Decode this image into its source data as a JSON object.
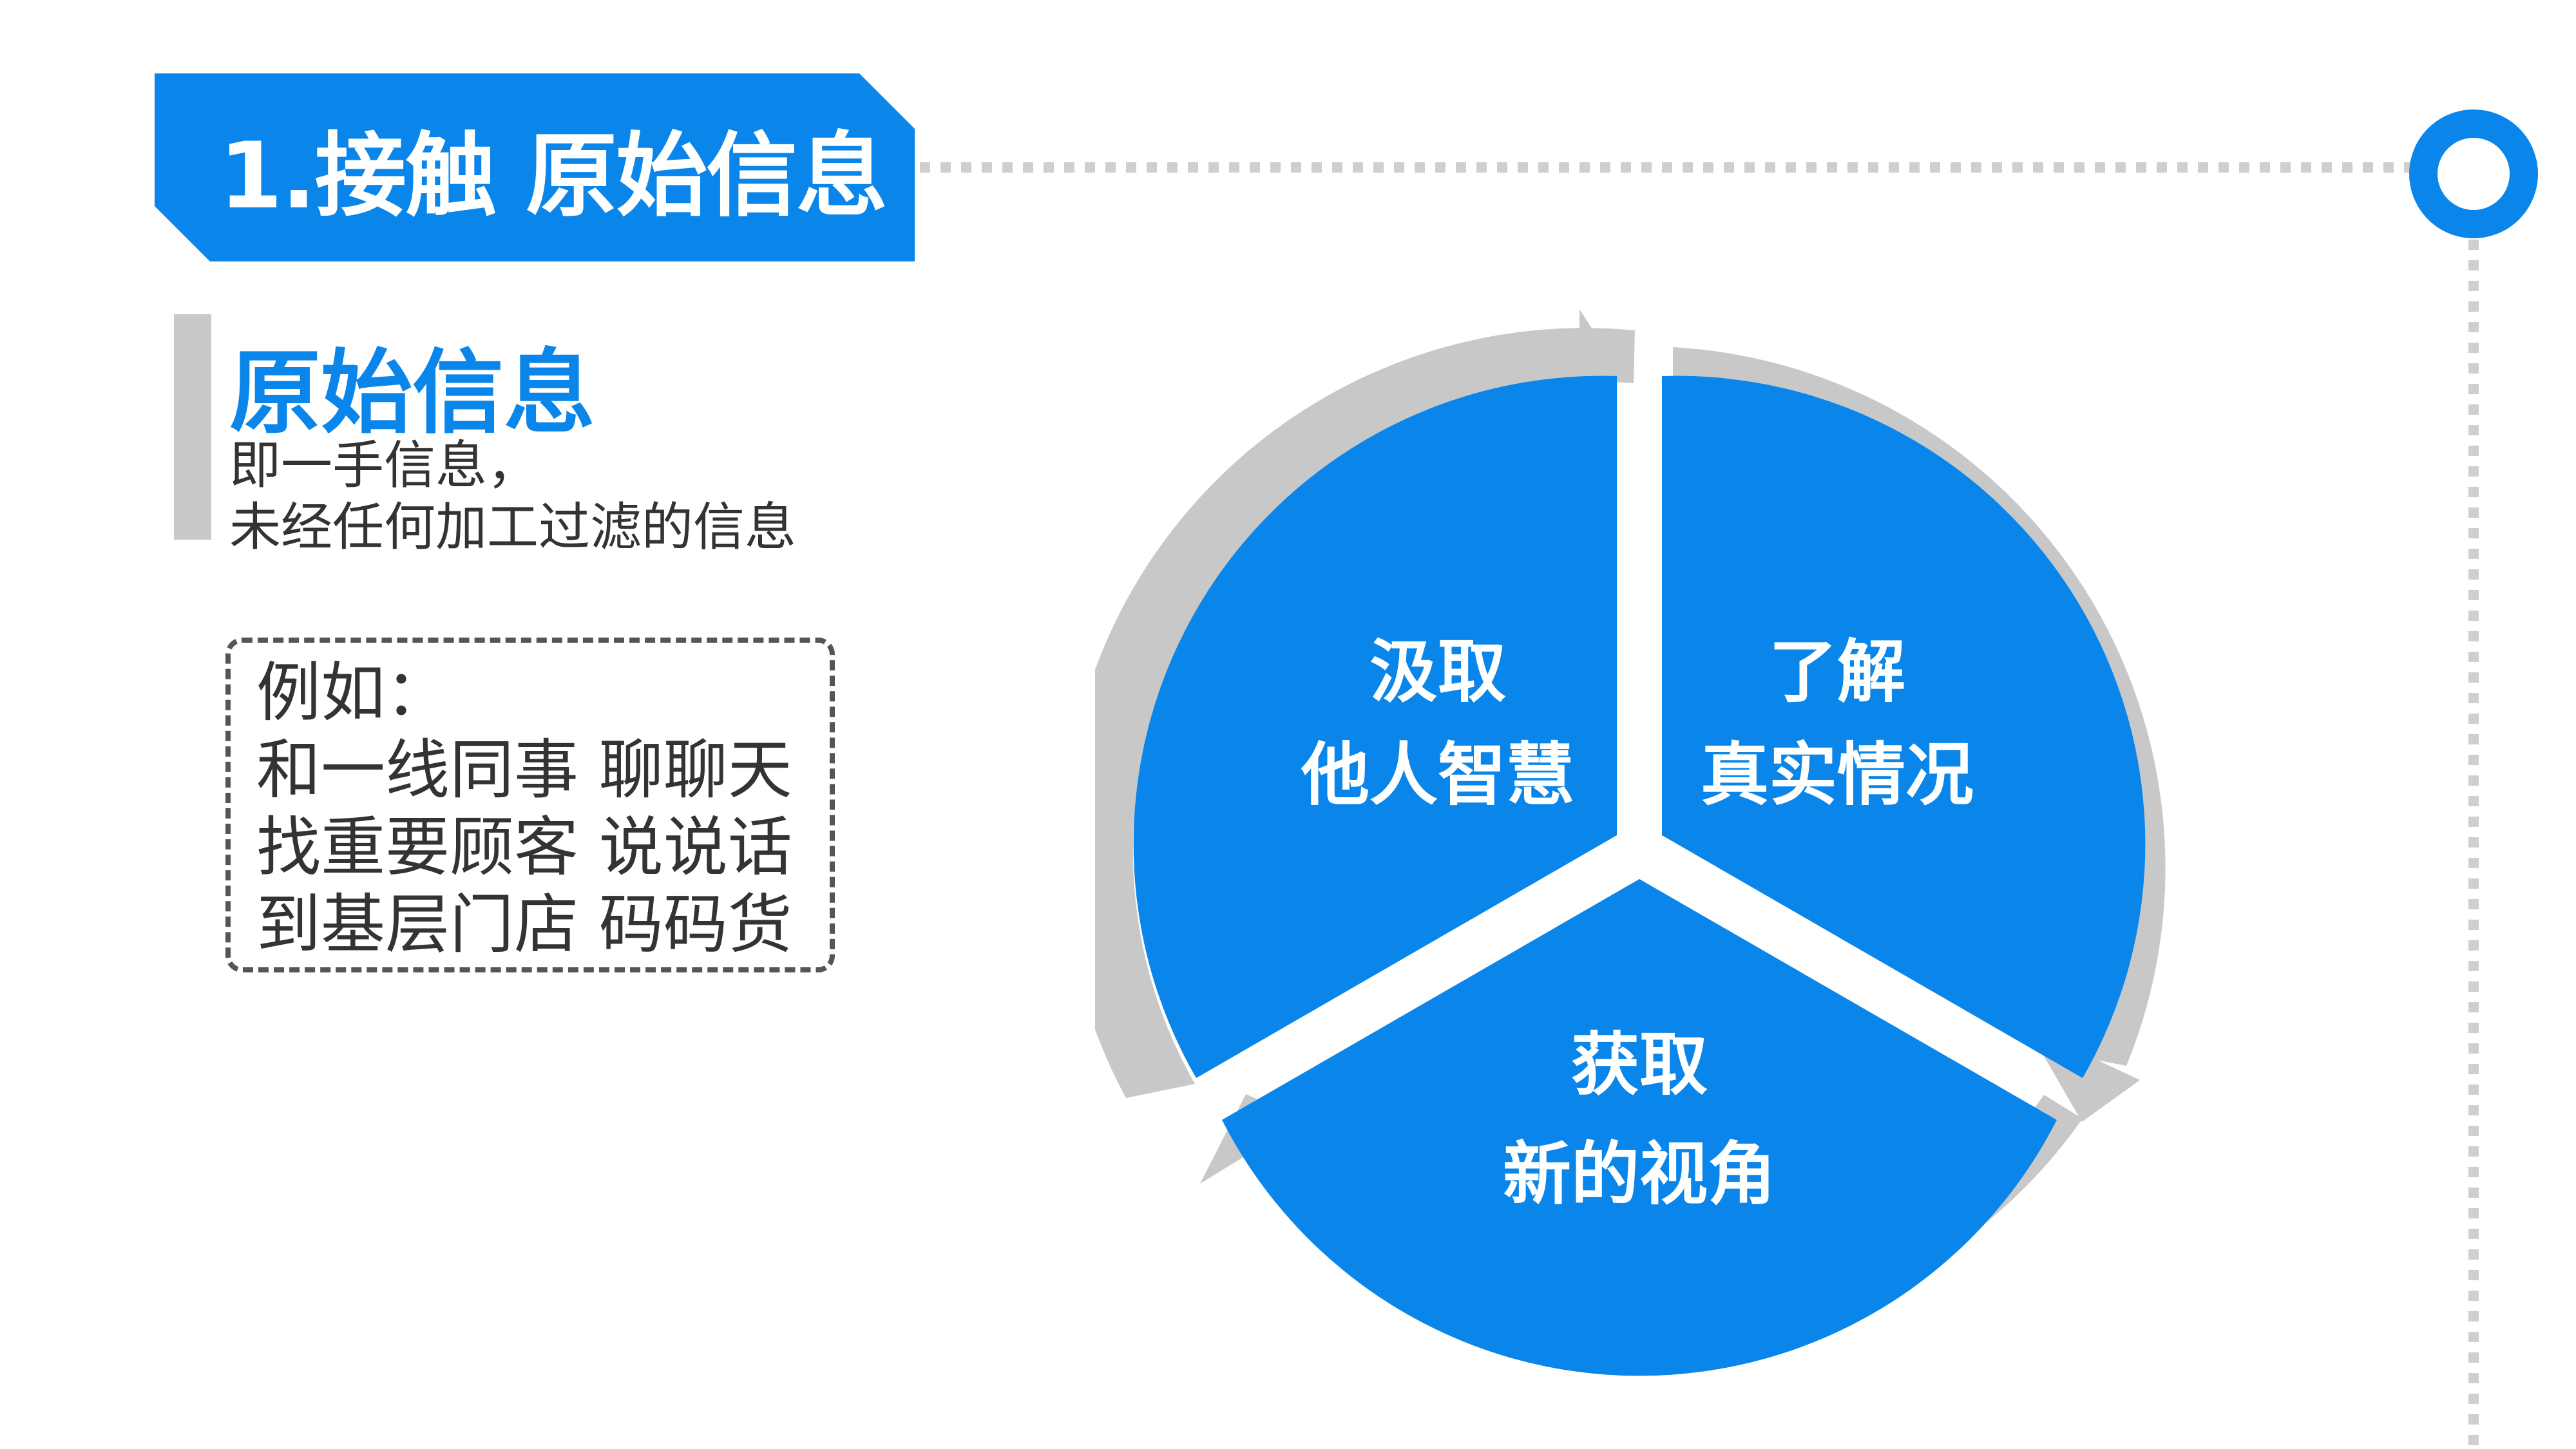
{
  "header": {
    "title": "1.接触 原始信息"
  },
  "definition": {
    "title": "原始信息",
    "lines": [
      "即一手信息，",
      "未经任何加工过滤的信息"
    ]
  },
  "example": {
    "lines": [
      "例如：",
      "和一线同事 聊聊天",
      "找重要顾客 说说话",
      "到基层门店 码码货"
    ]
  },
  "diagram": {
    "segments": [
      {
        "line1": "汲取",
        "line2": "他人智慧"
      },
      {
        "line1": "了解",
        "line2": "真实情况"
      },
      {
        "line1": "获取",
        "line2": "新的视角"
      }
    ]
  },
  "colors": {
    "accent": "#0a86ea",
    "gray": "#c8c8c8",
    "text": "#333333"
  }
}
